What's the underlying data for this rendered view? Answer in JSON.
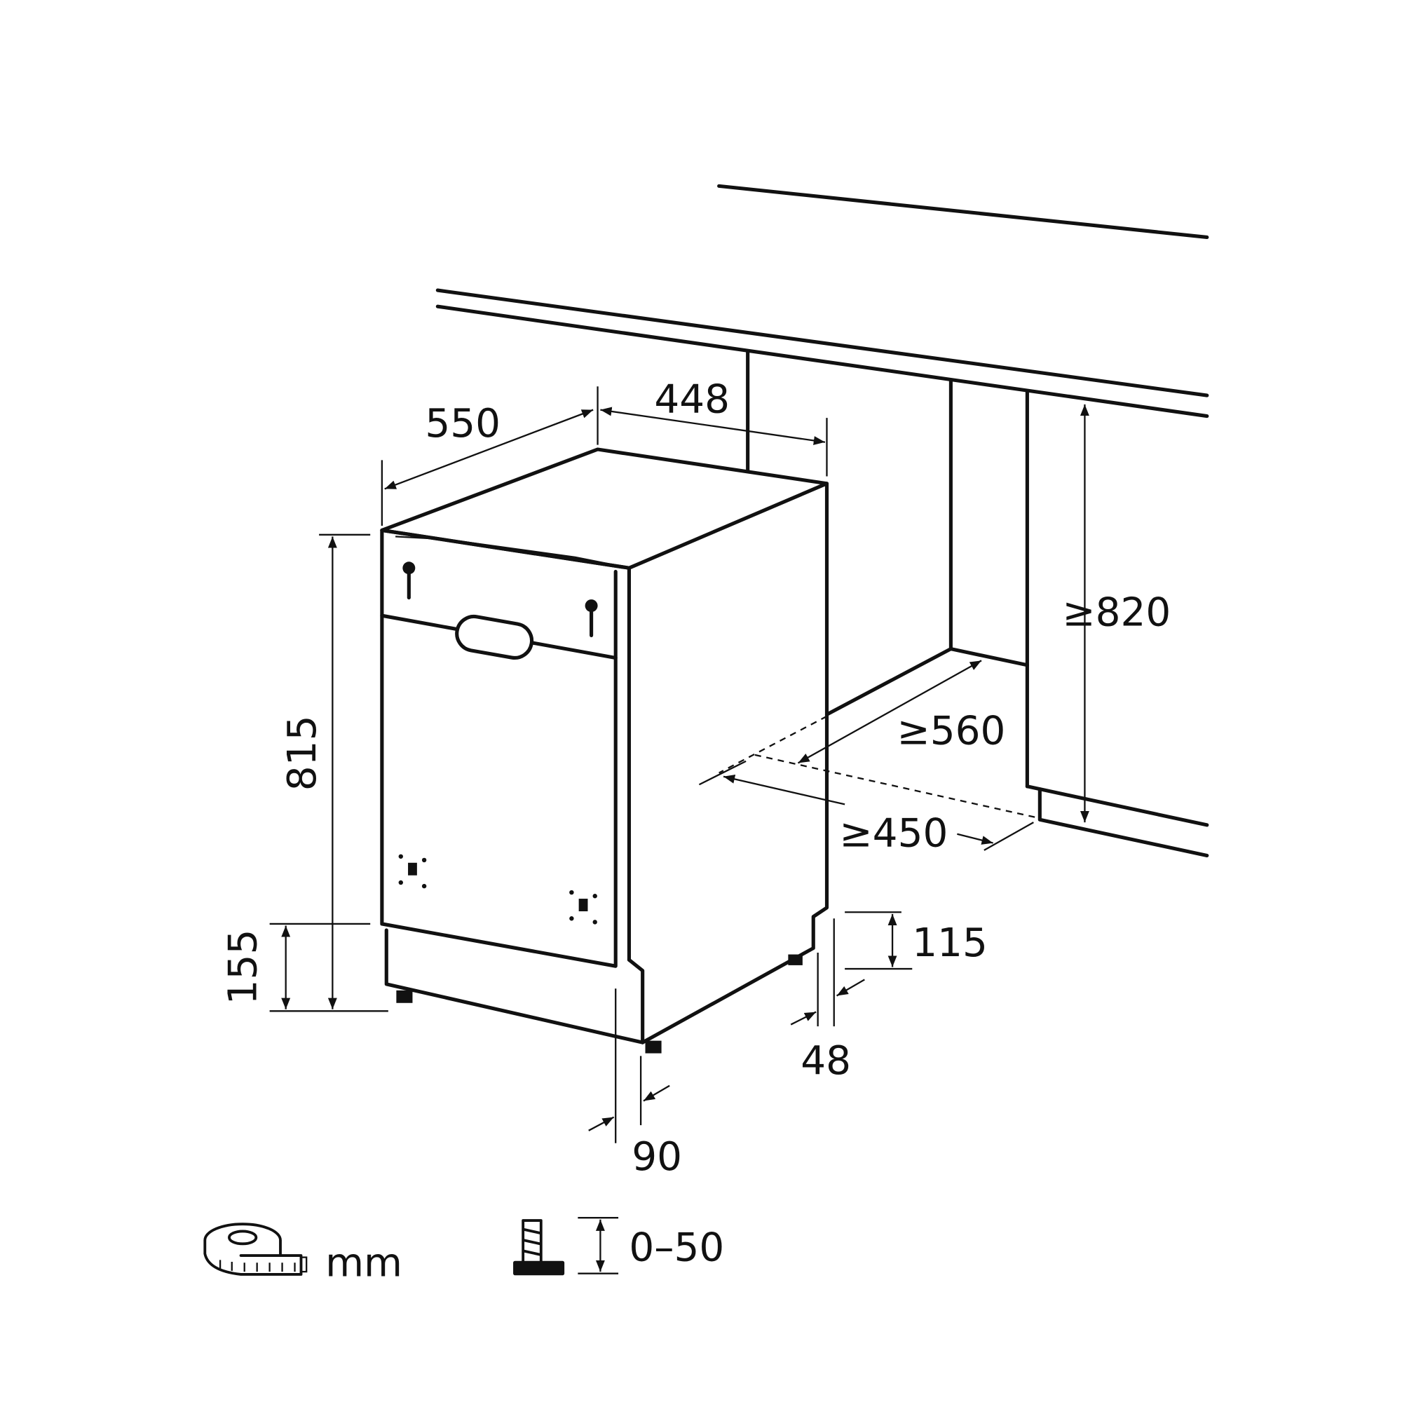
{
  "diagram": {
    "title": "Built-in dishwasher installation dimensions",
    "dimensions": {
      "depth": "550",
      "width": "448",
      "height": "815",
      "plinth_height": "155",
      "niche_height": "≥820",
      "niche_depth": "≥560",
      "niche_width": "≥450",
      "back_cutout_height": "115",
      "back_cutout_depth": "48",
      "plinth_depth": "90"
    },
    "legend": {
      "unit": "mm",
      "foot_adjustment": "0–50"
    },
    "colors": {
      "line": "#111111",
      "background": "#ffffff"
    }
  }
}
